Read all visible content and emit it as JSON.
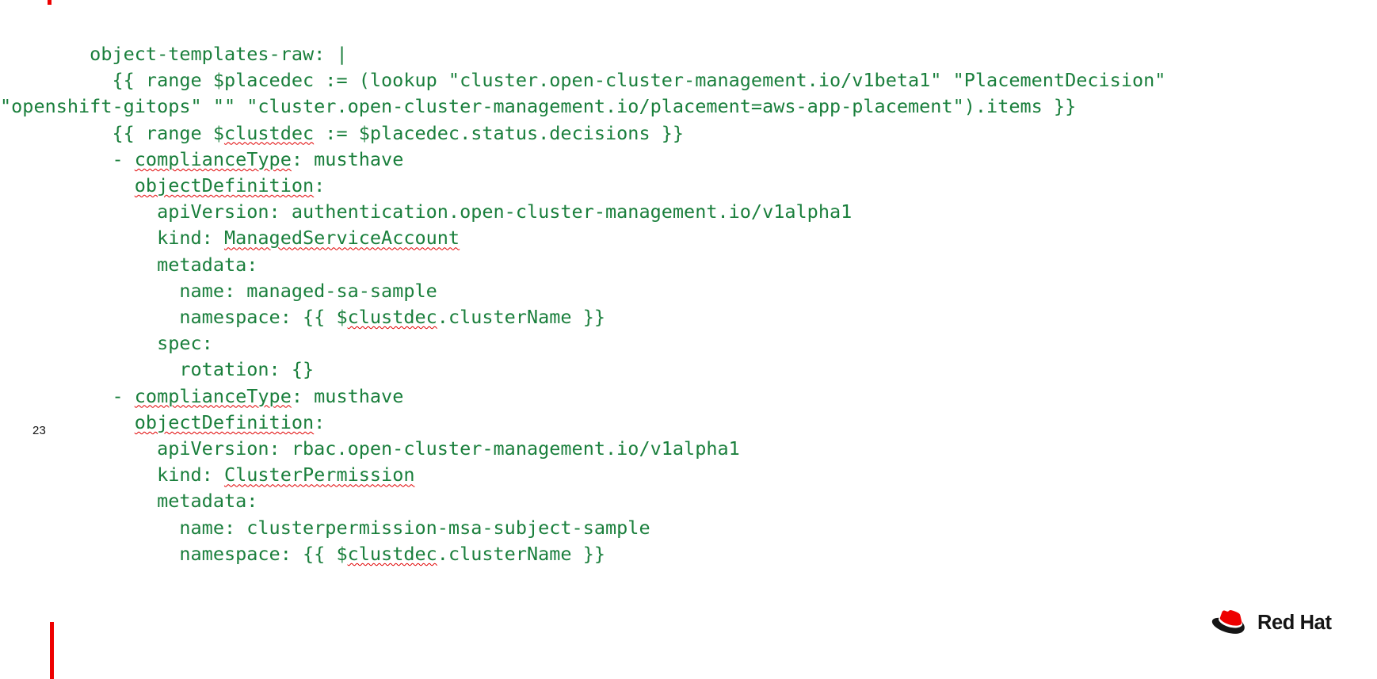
{
  "slide": {
    "number": "23",
    "background_color": "#ffffff",
    "accent_color": "#ee0000",
    "code_color": "#1a7f3c",
    "spellcheck_underline_color": "#e00000"
  },
  "brand": {
    "name": "Red Hat",
    "logo_mark_color": "#ee0000",
    "wordmark_color": "#151515"
  },
  "code": {
    "language": "yaml",
    "lines": [
      "        object-templates-raw: |",
      "          {{ range $placedec := (lookup \"cluster.open-cluster-management.io/v1beta1\" \"PlacementDecision\"",
      "\"openshift-gitops\" \"\" \"cluster.open-cluster-management.io/placement=aws-app-placement\").items }}",
      "          {{ range $clustdec := $placedec.status.decisions }}",
      "          - complianceType: musthave",
      "            objectDefinition:",
      "              apiVersion: authentication.open-cluster-management.io/v1alpha1",
      "              kind: ManagedServiceAccount",
      "              metadata:",
      "                name: managed-sa-sample",
      "                namespace: {{ $clustdec.clusterName }}",
      "              spec:",
      "                rotation: {}",
      "          - complianceType: musthave",
      "            objectDefinition:",
      "              apiVersion: rbac.open-cluster-management.io/v1alpha1",
      "              kind: ClusterPermission",
      "              metadata:",
      "                name: clusterpermission-msa-subject-sample",
      "                namespace: {{ $clustdec.clusterName }}"
    ],
    "misspelled_tokens": [
      "complianceType",
      "objectDefinition",
      "ManagedServiceAccount",
      "clustdec",
      "ClusterPermission",
      "clusterpermission"
    ]
  }
}
